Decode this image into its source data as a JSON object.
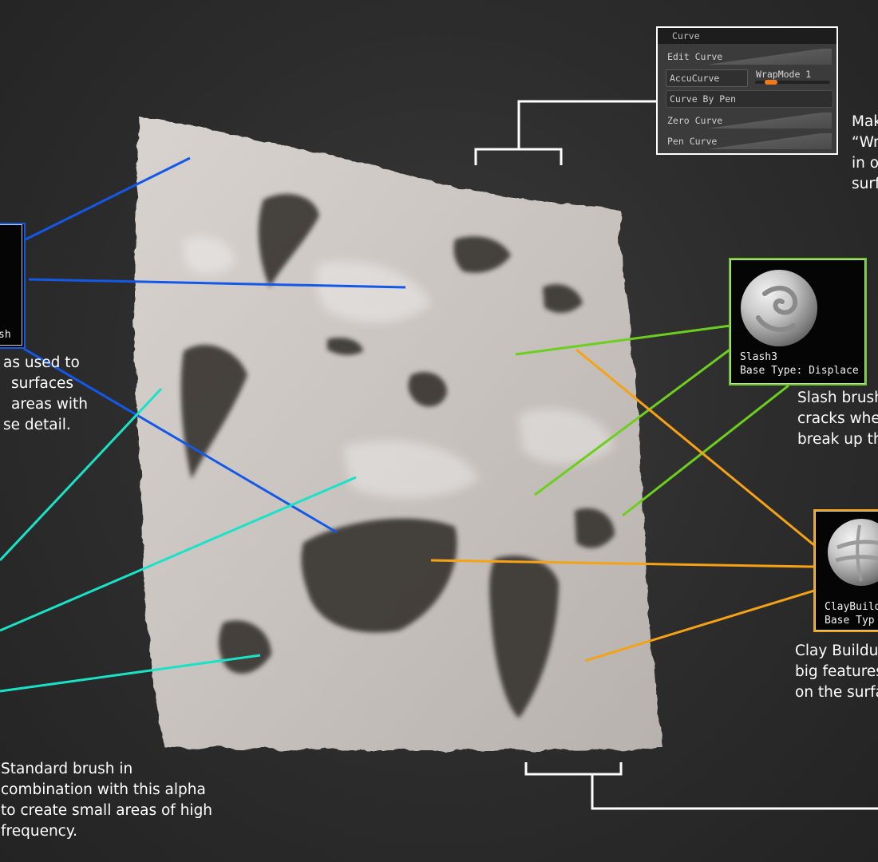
{
  "colors": {
    "blue": "#1458e8",
    "cyan": "#19e3c7",
    "green": "#6ccf1e",
    "orange": "#f5a214",
    "white": "#ffffff"
  },
  "left_brush": {
    "name_fragment": "sh"
  },
  "left_caption": {
    "lines": [
      "as used to",
      "surfaces",
      "areas with",
      "se detail."
    ]
  },
  "standard_caption": {
    "lines": [
      "Standard brush in",
      "combination with this alpha",
      "to create small areas of high",
      "frequency."
    ]
  },
  "curve_panel": {
    "title": "Curve",
    "edit_curve": "Edit Curve",
    "accucurve": "AccuCurve",
    "wrapmode": "WrapMode 1",
    "wrapmode_value": 1,
    "curve_by_pen": "Curve By Pen",
    "zero_curve": "Zero Curve",
    "pen_curve": "Pen Curve"
  },
  "curve_caption": {
    "lines": [
      "Mak",
      "“Wr",
      "in o",
      "surf"
    ]
  },
  "slash_brush": {
    "name": "Slash3",
    "base_type": "Base Type: Displace"
  },
  "slash_caption": {
    "lines": [
      "Slash brush",
      "cracks when",
      "break up th"
    ]
  },
  "clay_brush": {
    "name": "ClayBuild",
    "base_type": "Base Typ"
  },
  "clay_caption": {
    "lines": [
      "Clay Buildup",
      "big features",
      "on the surfa"
    ]
  }
}
